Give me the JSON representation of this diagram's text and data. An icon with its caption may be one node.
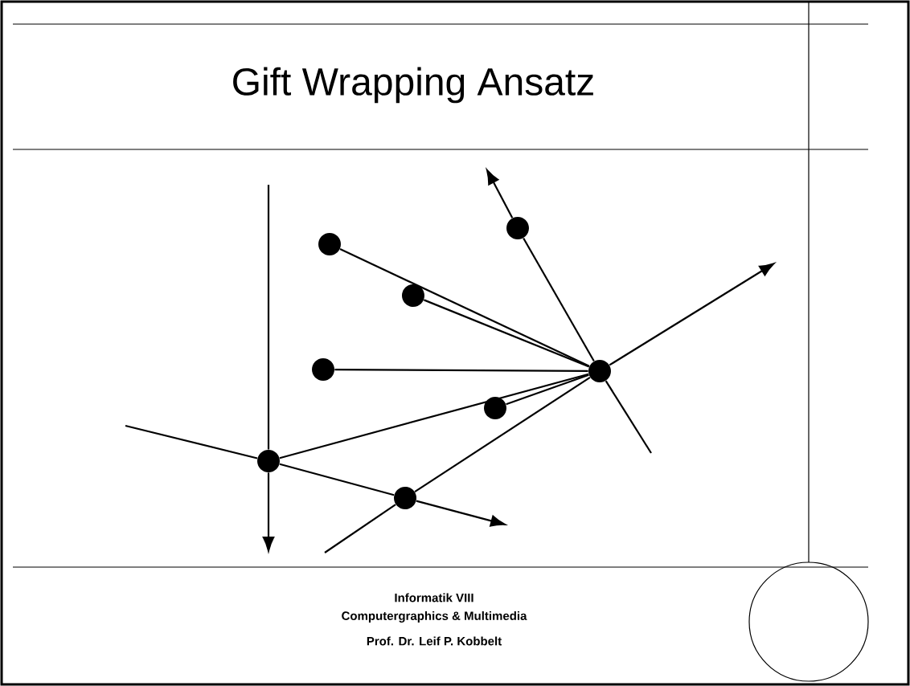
{
  "diagram": {
    "title": "Gift Wrapping Ansatz",
    "nodes": [
      {
        "text": [],
        "shape": "circle"
      },
      {
        "text": [],
        "shape": "circle"
      },
      {
        "text": [],
        "shape": "circle"
      },
      {
        "text": [],
        "shape": "circle"
      },
      {
        "text": [],
        "shape": "circle"
      },
      {
        "text": [],
        "shape": "circle"
      },
      {
        "text": [],
        "shape": "circle"
      },
      {
        "text": [],
        "shape": "circle"
      },
      {
        "text": [],
        "shape": "circle"
      }
    ],
    "edges": [
      {
        "from": null,
        "to": 6,
        "arrow": "none"
      },
      {
        "from": 6,
        "to": null,
        "arrow": "to"
      },
      {
        "from": null,
        "to": 6,
        "arrow": "none"
      },
      {
        "from": 6,
        "to": 7,
        "arrow": "none"
      },
      {
        "from": 7,
        "to": null,
        "arrow": "to"
      },
      {
        "from": null,
        "to": 7,
        "arrow": "none"
      },
      {
        "from": 7,
        "to": 5,
        "arrow": "none"
      },
      {
        "from": 5,
        "to": null,
        "arrow": "to"
      },
      {
        "from": null,
        "to": 5,
        "arrow": "none"
      },
      {
        "from": 5,
        "to": 2,
        "arrow": "none"
      },
      {
        "from": 2,
        "to": null,
        "arrow": "to"
      },
      {
        "from": 0,
        "to": 5,
        "arrow": "none"
      },
      {
        "from": 1,
        "to": 5,
        "arrow": "none"
      },
      {
        "from": 3,
        "to": 5,
        "arrow": "none"
      },
      {
        "from": 6,
        "to": 5,
        "arrow": "none"
      },
      {
        "from": 4,
        "to": 5,
        "arrow": "none"
      }
    ],
    "labels": [
      "Informatik VIII",
      "Computergraphics & Multimedia",
      "Prof. Dr. Leif P. Kobbelt"
    ]
  }
}
